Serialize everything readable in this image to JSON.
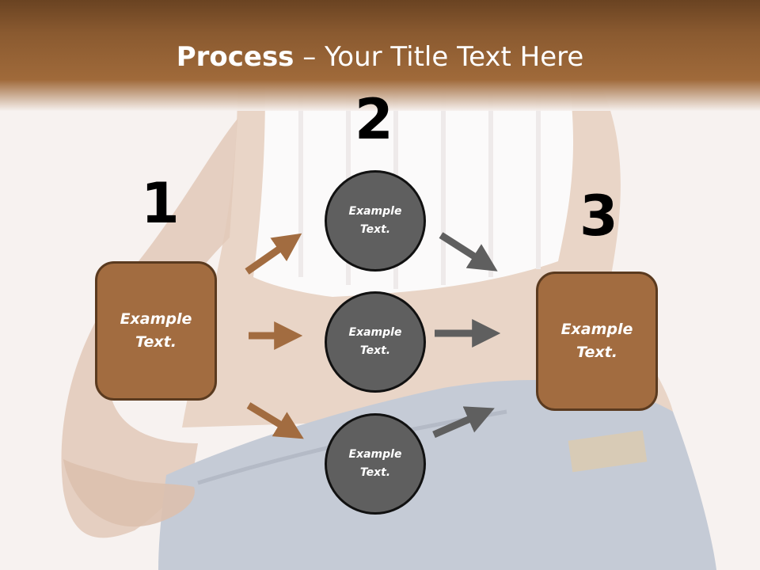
{
  "title": {
    "bold": "Process",
    "rest": " – Your Title Text Here"
  },
  "steps": {
    "one": "1",
    "two": "2",
    "three": "3"
  },
  "left_box": {
    "text": "Example\nText."
  },
  "right_box": {
    "text": "Example\nText."
  },
  "circles": [
    {
      "text": "Example\nText."
    },
    {
      "text": "Example\nText."
    },
    {
      "text": "Example\nText."
    }
  ],
  "colors": {
    "header": "#a06a3a",
    "box": "#a26c40",
    "circle": "#5f5f5f",
    "brown_arrow": "#a26c40",
    "gray_arrow": "#5f5f5f"
  }
}
